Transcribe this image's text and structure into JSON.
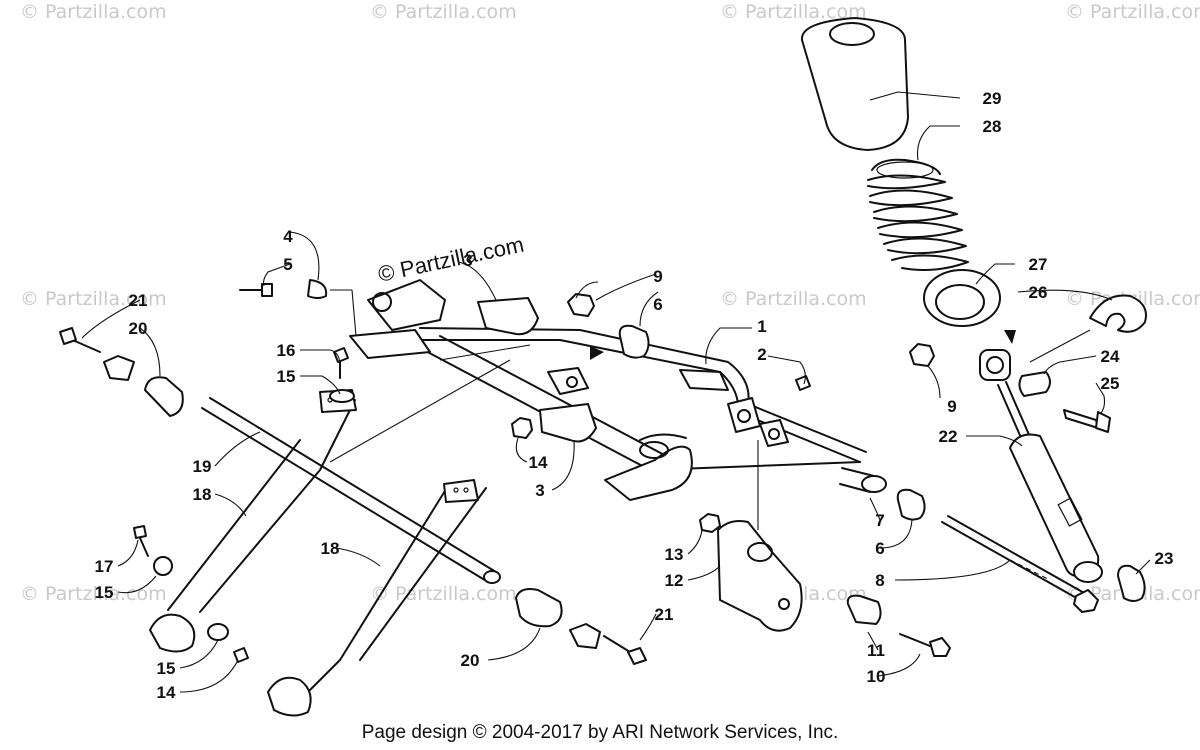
{
  "diagram": {
    "footer": "Page design © 2004-2017 by ARI Network Services, Inc.",
    "center_watermark": "© Partzilla.com",
    "watermark": "© Partzilla.com",
    "callouts": {
      "c1": "1",
      "c2": "2",
      "c3a": "3",
      "c3b": "3",
      "c4": "4",
      "c5": "5",
      "c6a": "6",
      "c6b": "6",
      "c7": "7",
      "c8": "8",
      "c9a": "9",
      "c9b": "9",
      "c10": "10",
      "c11": "11",
      "c12": "12",
      "c13": "13",
      "c14a": "14",
      "c14b": "14",
      "c15a": "15",
      "c15b": "15",
      "c15c": "15",
      "c16": "16",
      "c17": "17",
      "c18a": "18",
      "c18b": "18",
      "c19": "19",
      "c20a": "20",
      "c20b": "20",
      "c21a": "21",
      "c21b": "21",
      "c22": "22",
      "c23": "23",
      "c24": "24",
      "c25": "25",
      "c26": "26",
      "c27": "27",
      "c28": "28",
      "c29": "29"
    }
  }
}
